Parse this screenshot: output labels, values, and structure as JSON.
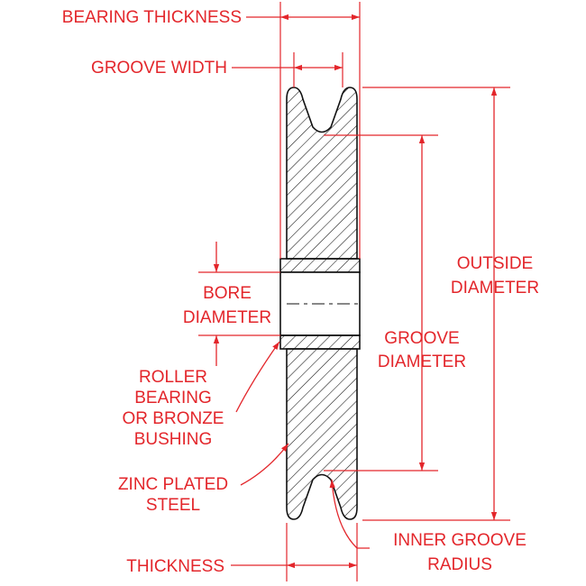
{
  "diagram": {
    "labels": {
      "bearing_thickness": "BEARING THICKNESS",
      "groove_width": "GROOVE WIDTH",
      "outside_diameter_line1": "OUTSIDE",
      "outside_diameter_line2": "DIAMETER",
      "bore_line1": "BORE",
      "bore_line2": "DIAMETER",
      "groove_diameter_line1": "GROOVE",
      "groove_diameter_line2": "DIAMETER",
      "bearing_line1": "ROLLER",
      "bearing_line2": "BEARING",
      "bearing_line3": "OR BRONZE",
      "bearing_line4": "BUSHING",
      "material_line1": "ZINC PLATED",
      "material_line2": "STEEL",
      "thickness": "THICKNESS",
      "inner_groove_line1": "INNER GROOVE",
      "inner_groove_line2": "RADIUS"
    },
    "colors": {
      "annotation": "#e3262b",
      "outline": "#111111",
      "hatch": "#111111"
    }
  }
}
